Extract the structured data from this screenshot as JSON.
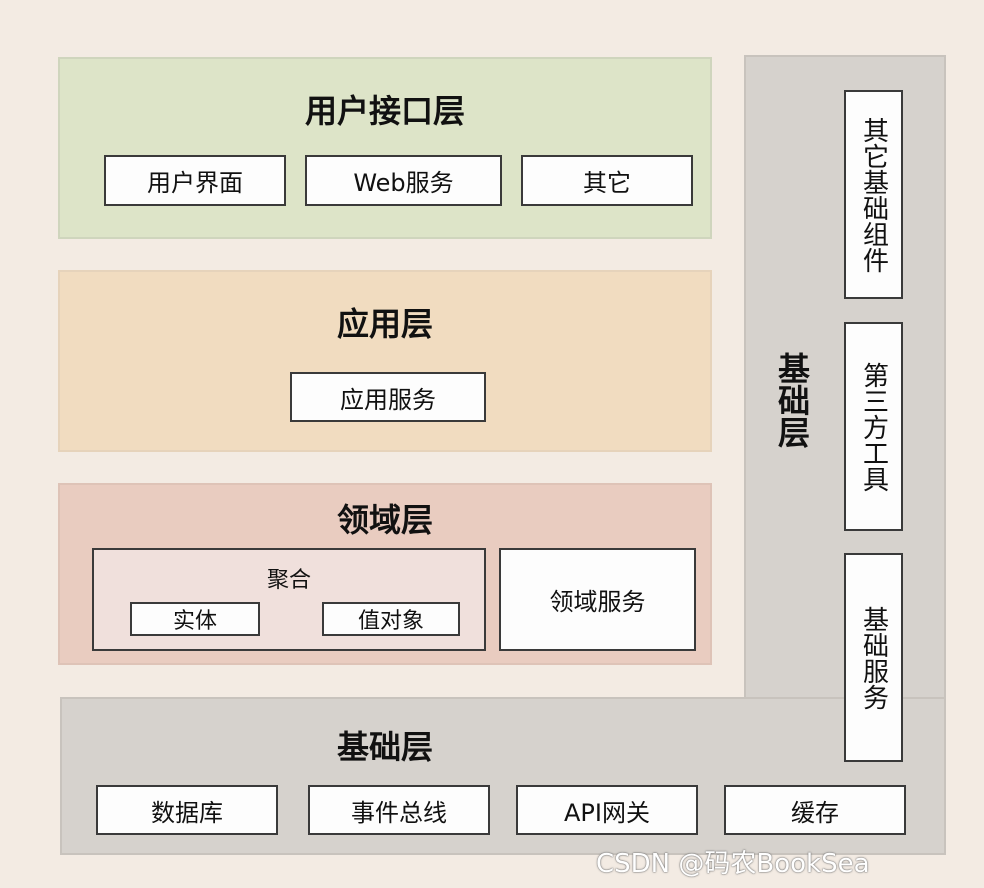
{
  "ui_layer": {
    "title": "用户接口层",
    "items": [
      "用户界面",
      "Web服务",
      "其它"
    ]
  },
  "app_layer": {
    "title": "应用层",
    "items": [
      "应用服务"
    ]
  },
  "domain_layer": {
    "title": "领域层",
    "aggregate": {
      "label": "聚合",
      "items": [
        "实体",
        "值对象"
      ]
    },
    "service": "领域服务"
  },
  "infra_layer": {
    "title": "基础层",
    "vertical_title": "基础层",
    "bottom_items": [
      "数据库",
      "事件总线",
      "API网关",
      "缓存"
    ],
    "side_items": [
      "其它基础组件",
      "第三方工具",
      "基础服务"
    ]
  },
  "watermark": "CSDN @码农BookSea"
}
